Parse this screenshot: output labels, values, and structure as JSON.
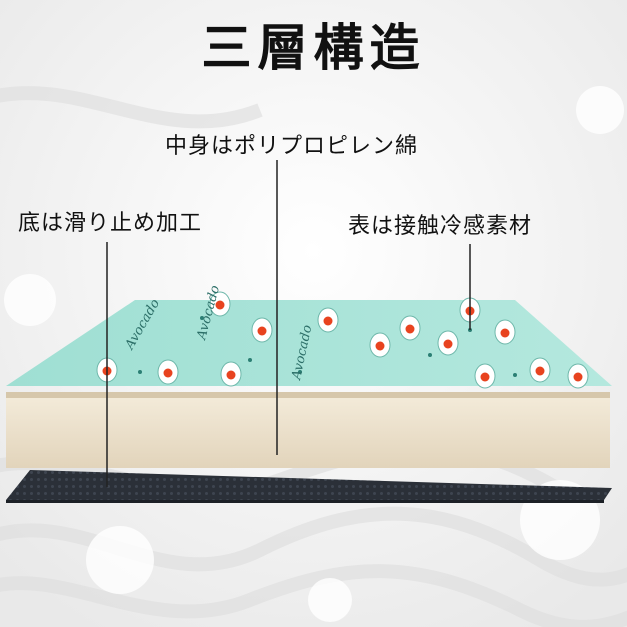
{
  "title": "三層構造",
  "labels": {
    "center": "中身はポリプロピレン綿",
    "left": "底は滑り止め加工",
    "right": "表は接触冷感素材"
  },
  "layers": [
    {
      "name": "top-fabric",
      "color": "#a7e3d8"
    },
    {
      "name": "filling",
      "color": "#eadfca"
    },
    {
      "name": "bottom-non-slip",
      "color": "#2b3038"
    }
  ],
  "pattern_texts": [
    "Avocado",
    "Avocado",
    "Avocado"
  ],
  "colors": {
    "background": "#f6f6f6",
    "fabric": "#a7e3d8",
    "egg_white": "#ffffff",
    "yolk": "#e8431f",
    "foam": "#eadfca",
    "bottom": "#2b3038",
    "leader_line": "#222222"
  }
}
